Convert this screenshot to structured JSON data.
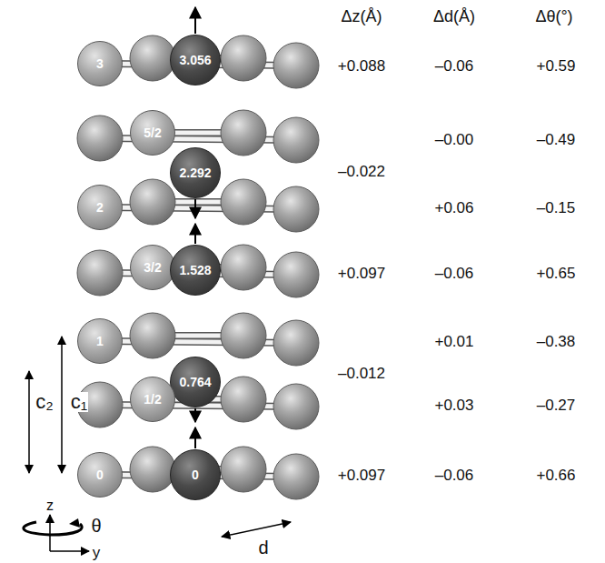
{
  "diagram": {
    "nodes": [
      {
        "text": [
          "3"
        ]
      },
      {
        "text": [
          "3.056"
        ]
      },
      {
        "text": [
          "5/2"
        ]
      },
      {
        "text": [
          "2.292"
        ]
      },
      {
        "text": [
          "2"
        ]
      },
      {
        "text": [
          "3/2"
        ]
      },
      {
        "text": [
          "1.528"
        ]
      },
      {
        "text": [
          "1"
        ]
      },
      {
        "text": [
          "0.764"
        ]
      },
      {
        "text": [
          "1/2"
        ]
      },
      {
        "text": [
          "0"
        ]
      },
      {
        "text": [
          "0"
        ]
      }
    ],
    "labels": [
      "Δz(Å)",
      "Δd(Å)",
      "Δθ(°)",
      "+0.088",
      "–0.022",
      "+0.097",
      "–0.012",
      "+0.097",
      "–0.06",
      "–0.00",
      "+0.06",
      "–0.06",
      "+0.01",
      "+0.03",
      "–0.06",
      "+0.59",
      "–0.49",
      "–0.15",
      "+0.65",
      "–0.38",
      "–0.27",
      "+0.66",
      "c₂",
      "c₁",
      "z",
      "θ",
      "y",
      "d"
    ]
  }
}
